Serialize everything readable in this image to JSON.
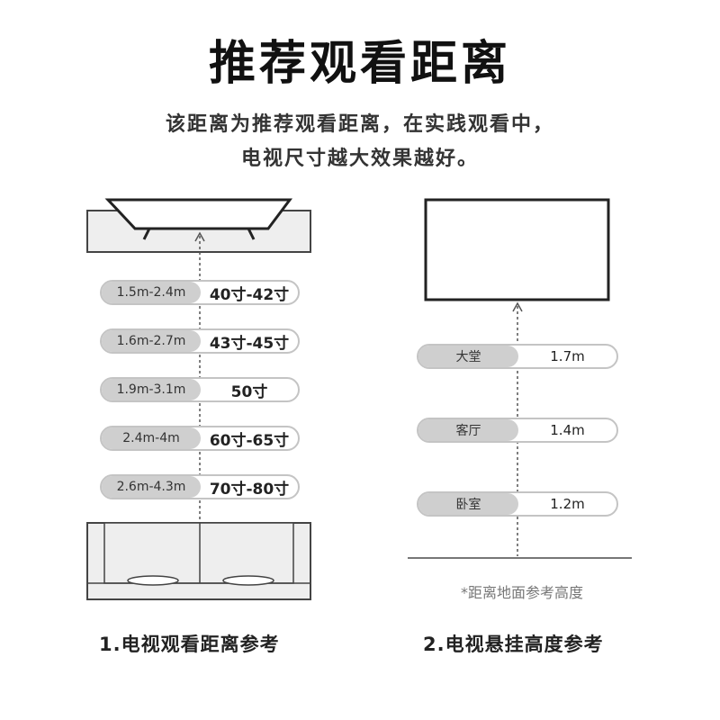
{
  "title": "推荐观看距离",
  "subtitle": {
    "line1": "该距离为推荐观看距离，在实践观看中，",
    "line2": "电视尺寸越大效果越好。"
  },
  "distance_guide": {
    "caption": "1.电视观看距离参考",
    "rows": [
      {
        "distance": "1.5m-2.4m",
        "size": "40寸-42寸"
      },
      {
        "distance": "1.6m-2.7m",
        "size": "43寸-45寸"
      },
      {
        "distance": "1.9m-3.1m",
        "size": "50寸"
      },
      {
        "distance": "2.4m-4m",
        "size": "60寸-65寸"
      },
      {
        "distance": "2.6m-4.3m",
        "size": "70寸-80寸"
      }
    ]
  },
  "height_guide": {
    "caption": "2.电视悬挂高度参考",
    "note": "*距离地面参考高度",
    "rows": [
      {
        "room": "大堂",
        "height": "1.7m"
      },
      {
        "room": "客厅",
        "height": "1.4m"
      },
      {
        "room": "卧室",
        "height": "1.2m"
      }
    ]
  },
  "colors": {
    "line": "#222222",
    "cabinet_fill": "#eeeeee",
    "pill_border": "#c4c4c4",
    "pill_label_bg": "#cfcfcf"
  }
}
